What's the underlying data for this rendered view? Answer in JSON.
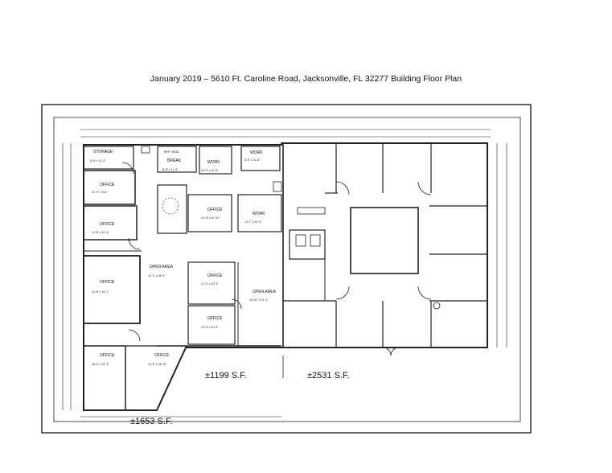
{
  "header": {
    "title": "January 2019 – 5610 Ft. Caroline Road, Jacksonville, FL  32277 Building Floor Plan"
  },
  "rooms": {
    "storage": {
      "name": "STORAGE",
      "dims": "6'-6\" x 11'-3\""
    },
    "break": {
      "name": "BREAK",
      "dims": "8'-8\" x 11'-3\""
    },
    "ref_vend": {
      "name": "REF.  VEND"
    },
    "work1": {
      "name": "WORK",
      "dims": "10'-3\" x 11'-9\""
    },
    "work2": {
      "name": "WORK",
      "dims": "6'-5\" x 11'-8\""
    },
    "work3": {
      "name": "WORK",
      "dims": "12'-7\" x 10'-6\""
    },
    "office1": {
      "name": "OFFICE",
      "dims": "12'-9\" x 9'-8\""
    },
    "office2": {
      "name": "OFFICE",
      "dims": "12'-8\" x 10'-4\""
    },
    "office3": {
      "name": "OFFICE",
      "dims": "10'-3\" x 10'-11\""
    },
    "open_area1": {
      "name": "OPEN AREA",
      "dims": "12'-1\" x 28'-9\""
    },
    "office4": {
      "name": "OFFICE",
      "dims": "12'-8\" x 16'-7\""
    },
    "office5": {
      "name": "OFFICE",
      "dims": "12'-0\" x 10'-3\""
    },
    "open_area2": {
      "name": "OPEN AREA",
      "dims": "10'-10\" x 31'-1\""
    },
    "office6": {
      "name": "OFFICE",
      "dims": "12'-0\" x 10'-3\""
    },
    "office7": {
      "name": "OFFICE",
      "dims": "16'-4\" x 21'-3\""
    },
    "office8": {
      "name": "OFFICE",
      "dims": "14'-5\" x 15'-10\""
    }
  },
  "areas": {
    "a1199": "±1199 S.F.",
    "a2531": "±2531 S.F.",
    "a1653": "±1653 S.F."
  }
}
